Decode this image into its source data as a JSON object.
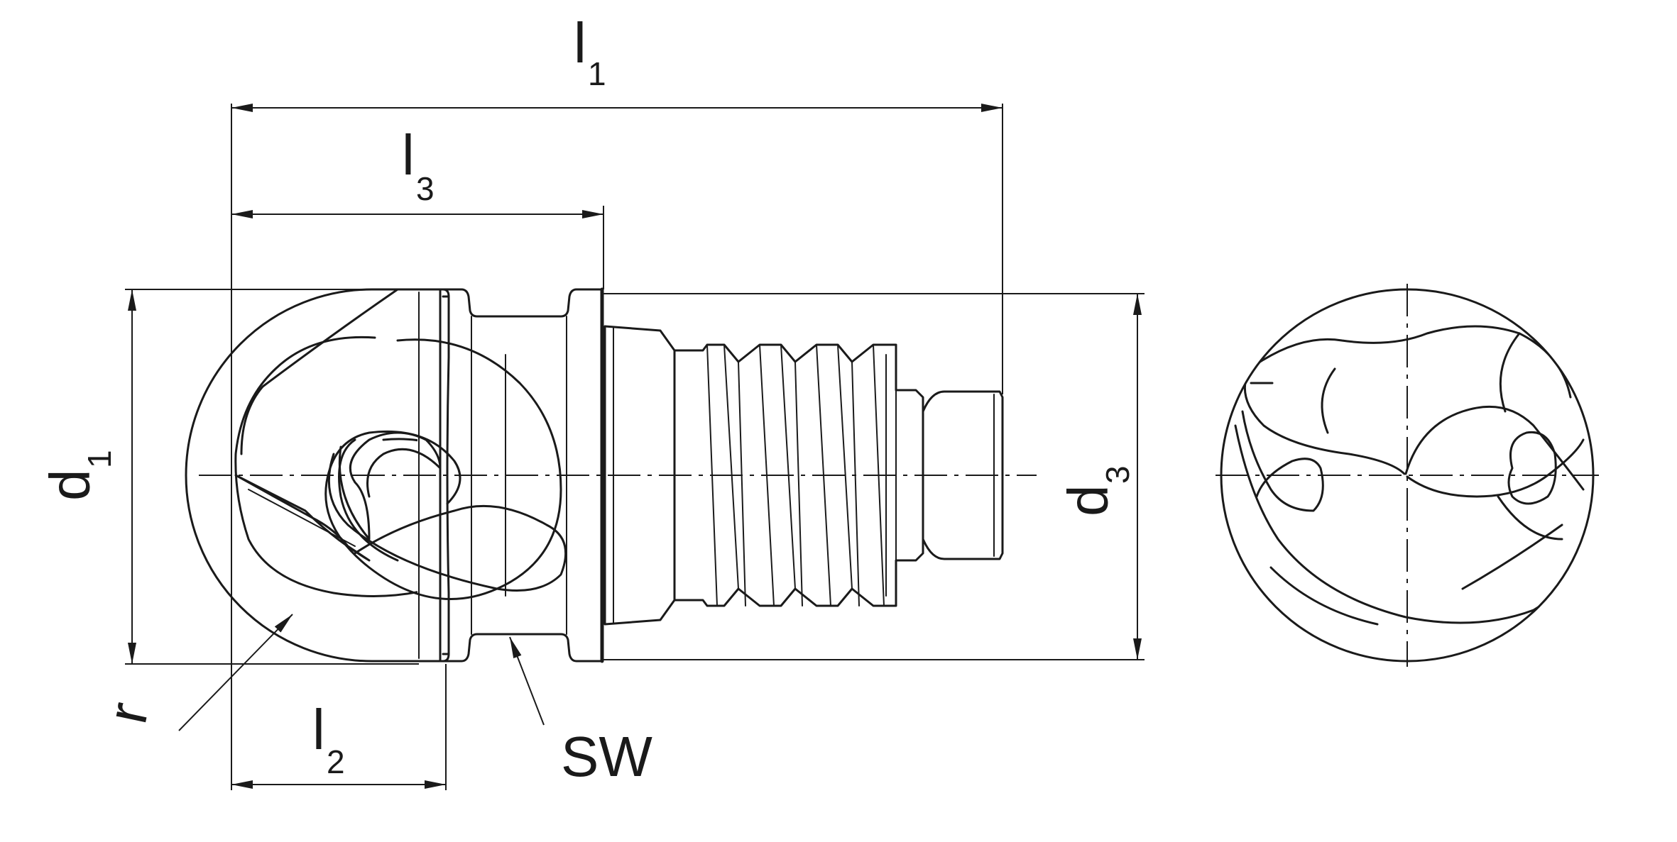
{
  "colors": {
    "cutting_head": "#ffff00",
    "shank": "#cccccc",
    "outline": "#1a1a1a",
    "background": "#ffffff"
  },
  "labels": {
    "l1": {
      "main": "l",
      "sub": "1"
    },
    "l2": {
      "main": "l",
      "sub": "2"
    },
    "l3": {
      "main": "l",
      "sub": "3"
    },
    "d1": {
      "main": "d",
      "sub": "1"
    },
    "d3": {
      "main": "d",
      "sub": "3"
    },
    "r": "r",
    "sw": "SW"
  }
}
